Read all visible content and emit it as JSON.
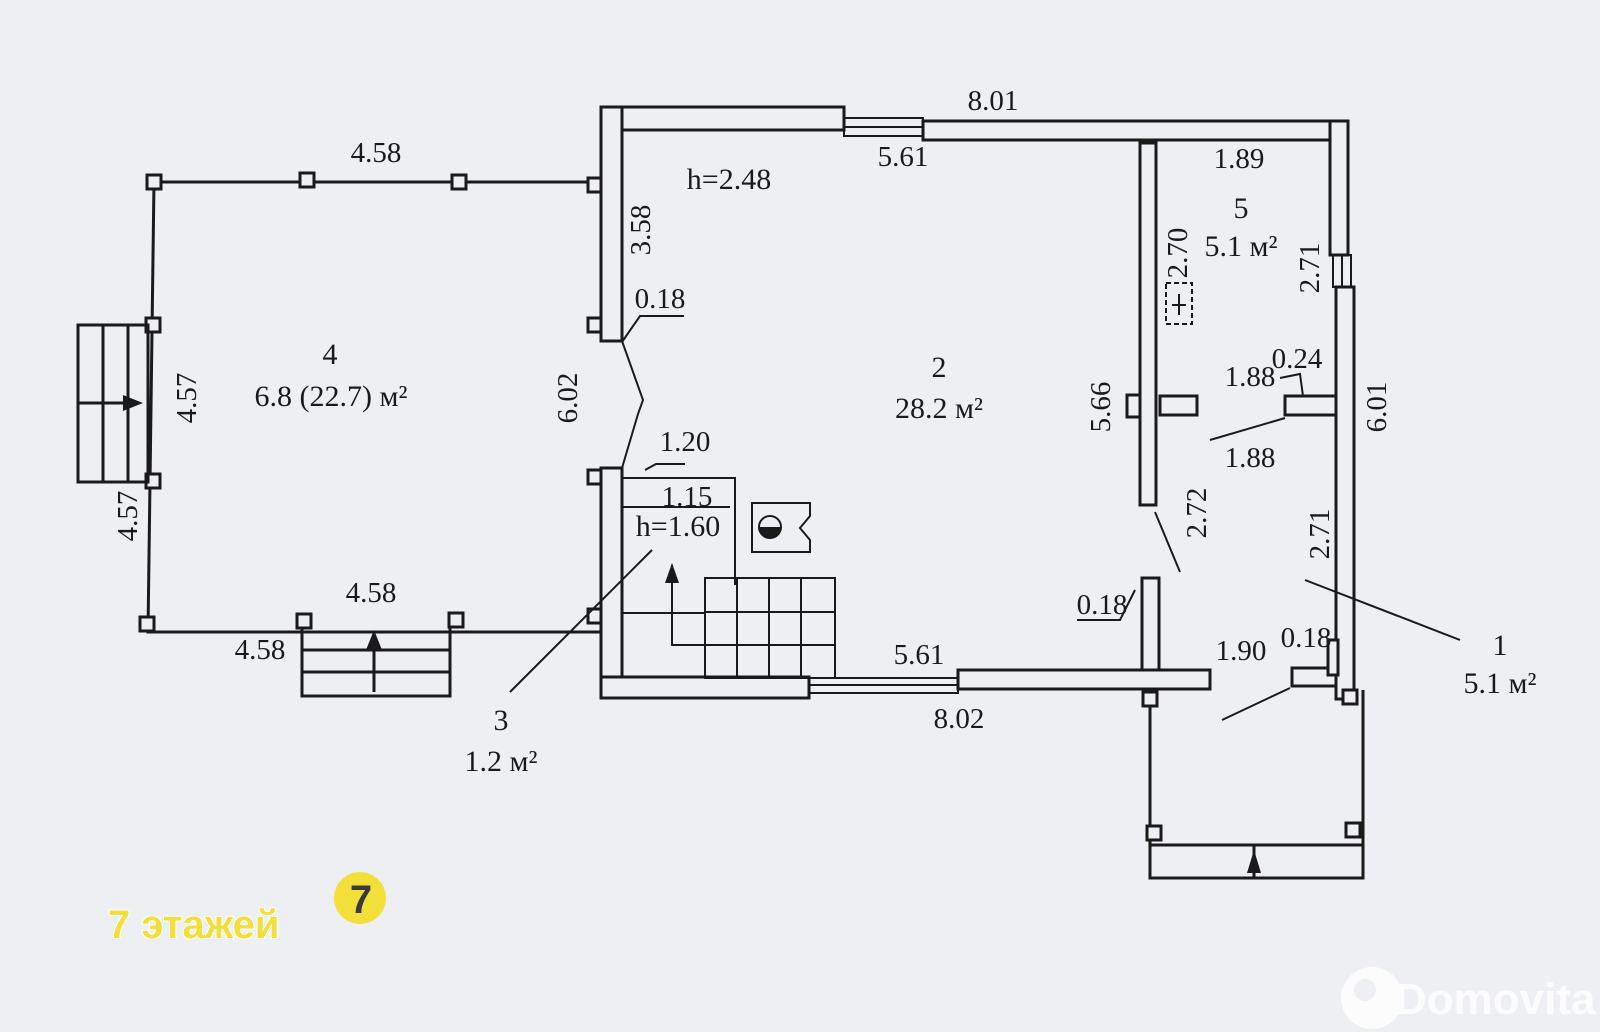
{
  "rooms": {
    "r1": {
      "num": "1",
      "area": "5.1 м²"
    },
    "r2": {
      "num": "2",
      "area": "28.2 м²",
      "height": "h=2.48"
    },
    "r3": {
      "num": "3",
      "area": "1.2 м²",
      "height": "h=1.60"
    },
    "r4": {
      "num": "4",
      "area": "6.8 (22.7) м²"
    },
    "r5": {
      "num": "5",
      "area": "5.1 м²"
    }
  },
  "dimensions": {
    "top_total": "8.01",
    "top_inner": "5.61",
    "bottom_total": "8.02",
    "bottom_inner": "5.61",
    "terrace_top": "4.58",
    "terrace_bottom_in": "4.58",
    "terrace_bottom_out": "4.58",
    "terrace_left_in": "4.57",
    "terrace_left_out": "4.57",
    "hall_left_upper": "3.58",
    "hall_left_inner": "6.02",
    "door_wall_1": "0.18",
    "stair_width": "1.20",
    "stair_small": "1.15",
    "partition_height": "5.66",
    "closet_height": "2.70",
    "r5_top": "1.89",
    "r5_right": "2.71",
    "right_total": "6.01",
    "mid_upper": "1.88",
    "mid_lower": "1.88",
    "wall_024": "0.24",
    "r2_bottom_right": "2.72",
    "r1_right": "2.71",
    "wall_018_lower": "0.18",
    "r1_bottom": "1.90",
    "wall_018_right": "0.18"
  },
  "branding": {
    "logo_text": "7 этажей",
    "logo_badge": "7",
    "watermark": "Domovita"
  },
  "colors": {
    "ink": "#1a1a1a",
    "paper": "#eeeff3",
    "logo_yellow": "#f2df3a",
    "watermark": "#ffffff"
  }
}
